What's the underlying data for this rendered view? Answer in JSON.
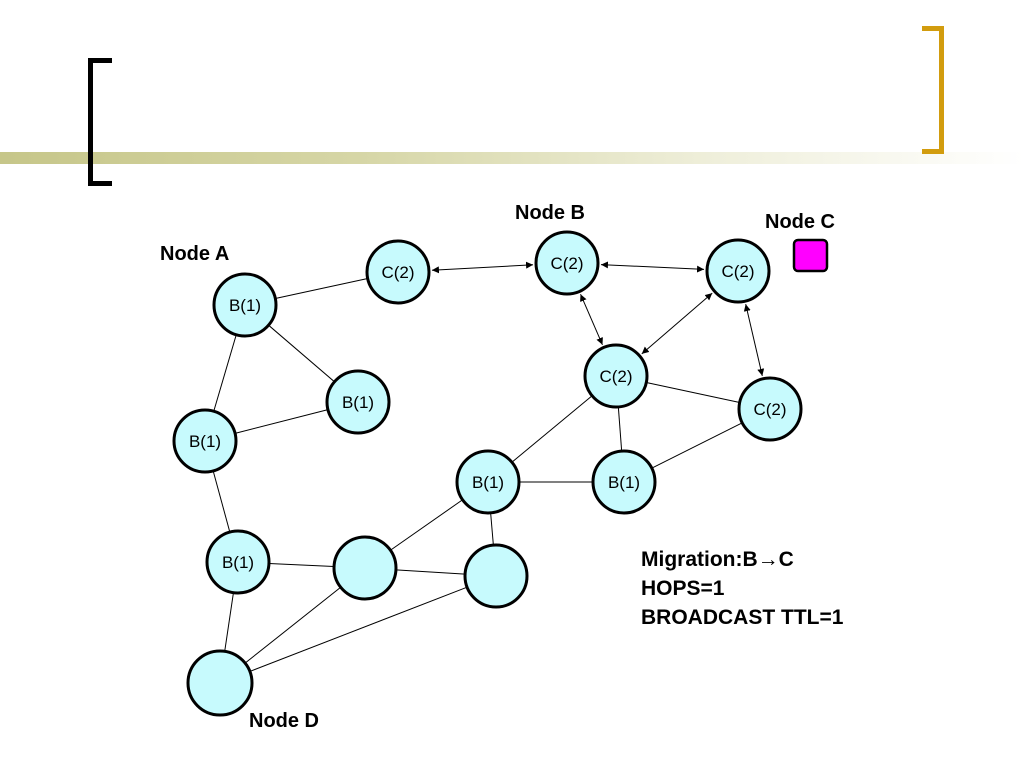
{
  "labels": {
    "node_a": "Node A",
    "node_b": "Node B",
    "node_c": "Node C",
    "node_d": "Node D"
  },
  "info": {
    "migration": "Migration:B→C",
    "hops": "HOPS=1",
    "broadcast": "BROADCAST TTL=1"
  },
  "colors": {
    "node_fill": "#c7fafd",
    "node_c_marker": "#ff00ff",
    "left_bracket": "#000000",
    "right_bracket": "#d29c0e",
    "title_bar": "#c6c689"
  },
  "nodes": [
    {
      "id": "b1-node-a",
      "label": "B(1)"
    },
    {
      "id": "b1-mid",
      "label": "B(1)"
    },
    {
      "id": "b1-left",
      "label": "B(1)"
    },
    {
      "id": "b1-lower",
      "label": "B(1)"
    },
    {
      "id": "c2-top",
      "label": "C(2)"
    },
    {
      "id": "c2-node-b",
      "label": "C(2)"
    },
    {
      "id": "c2-right-top",
      "label": "C(2)"
    },
    {
      "id": "c2-center",
      "label": "C(2)"
    },
    {
      "id": "c2-right",
      "label": "C(2)"
    },
    {
      "id": "b1-center",
      "label": "B(1)"
    },
    {
      "id": "b1-right",
      "label": "B(1)"
    },
    {
      "id": "blank-1",
      "label": ""
    },
    {
      "id": "blank-2",
      "label": ""
    },
    {
      "id": "node-d",
      "label": ""
    }
  ],
  "edges": [
    {
      "from": "b1-node-a",
      "to": "c2-top",
      "arrow": false
    },
    {
      "from": "b1-node-a",
      "to": "b1-mid",
      "arrow": false
    },
    {
      "from": "b1-node-a",
      "to": "b1-left",
      "arrow": false
    },
    {
      "from": "b1-left",
      "to": "b1-mid",
      "arrow": false
    },
    {
      "from": "b1-left",
      "to": "b1-lower",
      "arrow": false
    },
    {
      "from": "b1-lower",
      "to": "blank-1",
      "arrow": false
    },
    {
      "from": "b1-lower",
      "to": "node-d",
      "arrow": false
    },
    {
      "from": "node-d",
      "to": "blank-1",
      "arrow": false
    },
    {
      "from": "node-d",
      "to": "blank-2",
      "arrow": false
    },
    {
      "from": "blank-1",
      "to": "blank-2",
      "arrow": false
    },
    {
      "from": "blank-1",
      "to": "b1-center",
      "arrow": false
    },
    {
      "from": "b1-center",
      "to": "blank-2",
      "arrow": false
    },
    {
      "from": "b1-center",
      "to": "b1-right",
      "arrow": false
    },
    {
      "from": "b1-center",
      "to": "c2-center",
      "arrow": false
    },
    {
      "from": "c2-center",
      "to": "b1-right",
      "arrow": false
    },
    {
      "from": "c2-center",
      "to": "c2-right",
      "arrow": false
    },
    {
      "from": "b1-right",
      "to": "c2-right",
      "arrow": false
    },
    {
      "from": "c2-top",
      "to": "c2-node-b",
      "arrow": true
    },
    {
      "from": "c2-node-b",
      "to": "c2-right-top",
      "arrow": true
    },
    {
      "from": "c2-node-b",
      "to": "c2-center",
      "arrow": true
    },
    {
      "from": "c2-right-top",
      "to": "c2-center",
      "arrow": true
    },
    {
      "from": "c2-right-top",
      "to": "c2-right",
      "arrow": true
    }
  ]
}
